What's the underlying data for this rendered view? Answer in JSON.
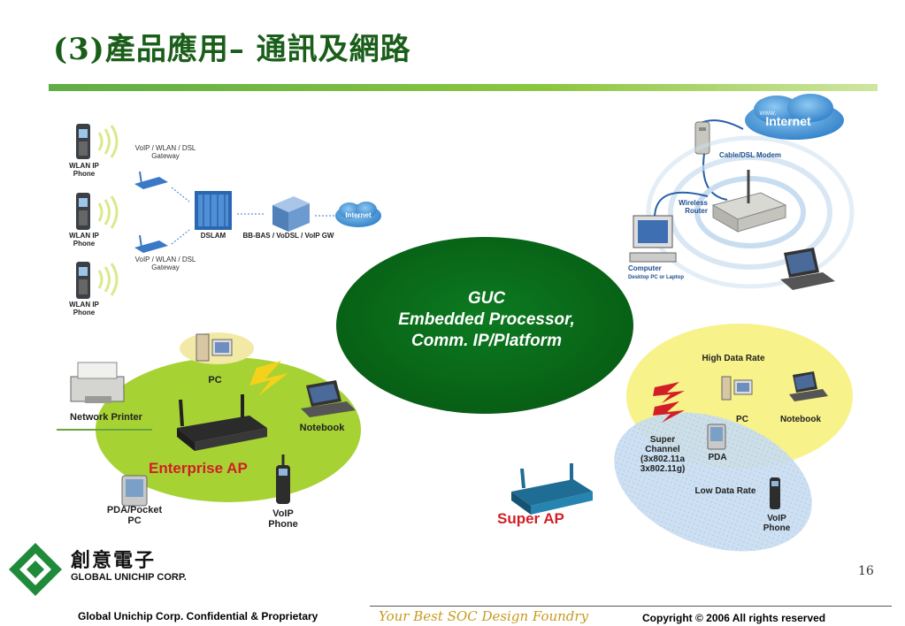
{
  "slide": {
    "title": "(3)產品應用– 通訊及網路",
    "page_number": "16"
  },
  "top_left": {
    "phones": [
      "WLAN IP\nPhone",
      "WLAN IP\nPhone",
      "WLAN IP\nPhone"
    ],
    "gateway_label_1": "VoIP / WLAN / DSL\nGateway",
    "gateway_label_2": "VoIP / WLAN / DSL\nGateway",
    "dslam": "DSLAM",
    "bbras": "BB-BAS / VoDSL / VoIP GW",
    "internet": "Internet"
  },
  "top_right": {
    "internet": "Internet",
    "www": "www.",
    "modem": "Cable/DSL Modem",
    "router": "Wireless\nRouter",
    "computer": "Computer",
    "computer_sub": "Desktop PC or Laptop"
  },
  "center": {
    "line1": "GUC",
    "line2": "Embedded Processor,",
    "line3": "Comm. IP/Platform"
  },
  "bottom_left": {
    "pc": "PC",
    "network_printer": "Network Printer",
    "notebook": "Notebook",
    "enterprise_ap": "Enterprise AP",
    "pda_pocket_pc": "PDA/Pocket\nPC",
    "voip_phone": "VoIP\nPhone"
  },
  "bottom_right": {
    "high_data_rate": "High Data Rate",
    "pc": "PC",
    "notebook": "Notebook",
    "super_channel": "Super\nChannel\n(3x802.11a\n3x802.11g)",
    "pda": "PDA",
    "low_data_rate": "Low Data Rate",
    "voip_phone": "VoIP\nPhone",
    "super_ap": "Super AP"
  },
  "logo": {
    "chinese": "創意電子",
    "english": "GLOBAL UNICHIP CORP."
  },
  "footer": {
    "left": "Global Unichip Corp. Confidential & Proprietary",
    "middle": "Your Best SOC Design Foundry",
    "right": "Copyright ©  2006 All rights reserved"
  },
  "colors": {
    "title": "#1a5e1a",
    "center_oval": "#0a6a1a",
    "enterprise_oval": "#a6d234",
    "yellow_oval": "#f7f28a",
    "blue_oval": "#c7dcf3",
    "accent_red": "#d21f26",
    "footer_gold": "#c79a1e"
  }
}
